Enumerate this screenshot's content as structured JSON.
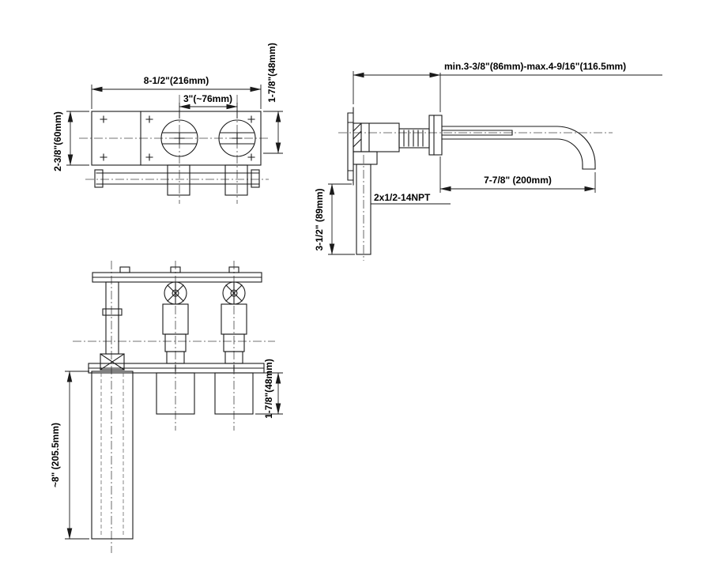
{
  "colors": {
    "ink": "#1a1a1a",
    "background": "#ffffff"
  },
  "dimensions": {
    "plan": {
      "plate_width": "8-1/2\"(216mm)",
      "handle_spacing": "3\"(~76mm)",
      "plate_height": "2-3/8\"(60mm)",
      "valve_height": "1-7/8\"(48mm)"
    },
    "side": {
      "wall_depth_range": "min.3-3/8\"(86mm)-max.4-9/16\"(116.5mm)",
      "spout_reach": "7-7/8\" (200mm)",
      "inlet_thread": "2x1/2-14NPT",
      "inlet_drop": "3-1/2\" (89mm)"
    },
    "front": {
      "tube_length": "~8\" (205.5mm)",
      "trim_height": "1-7/8\"(48mm)"
    }
  }
}
